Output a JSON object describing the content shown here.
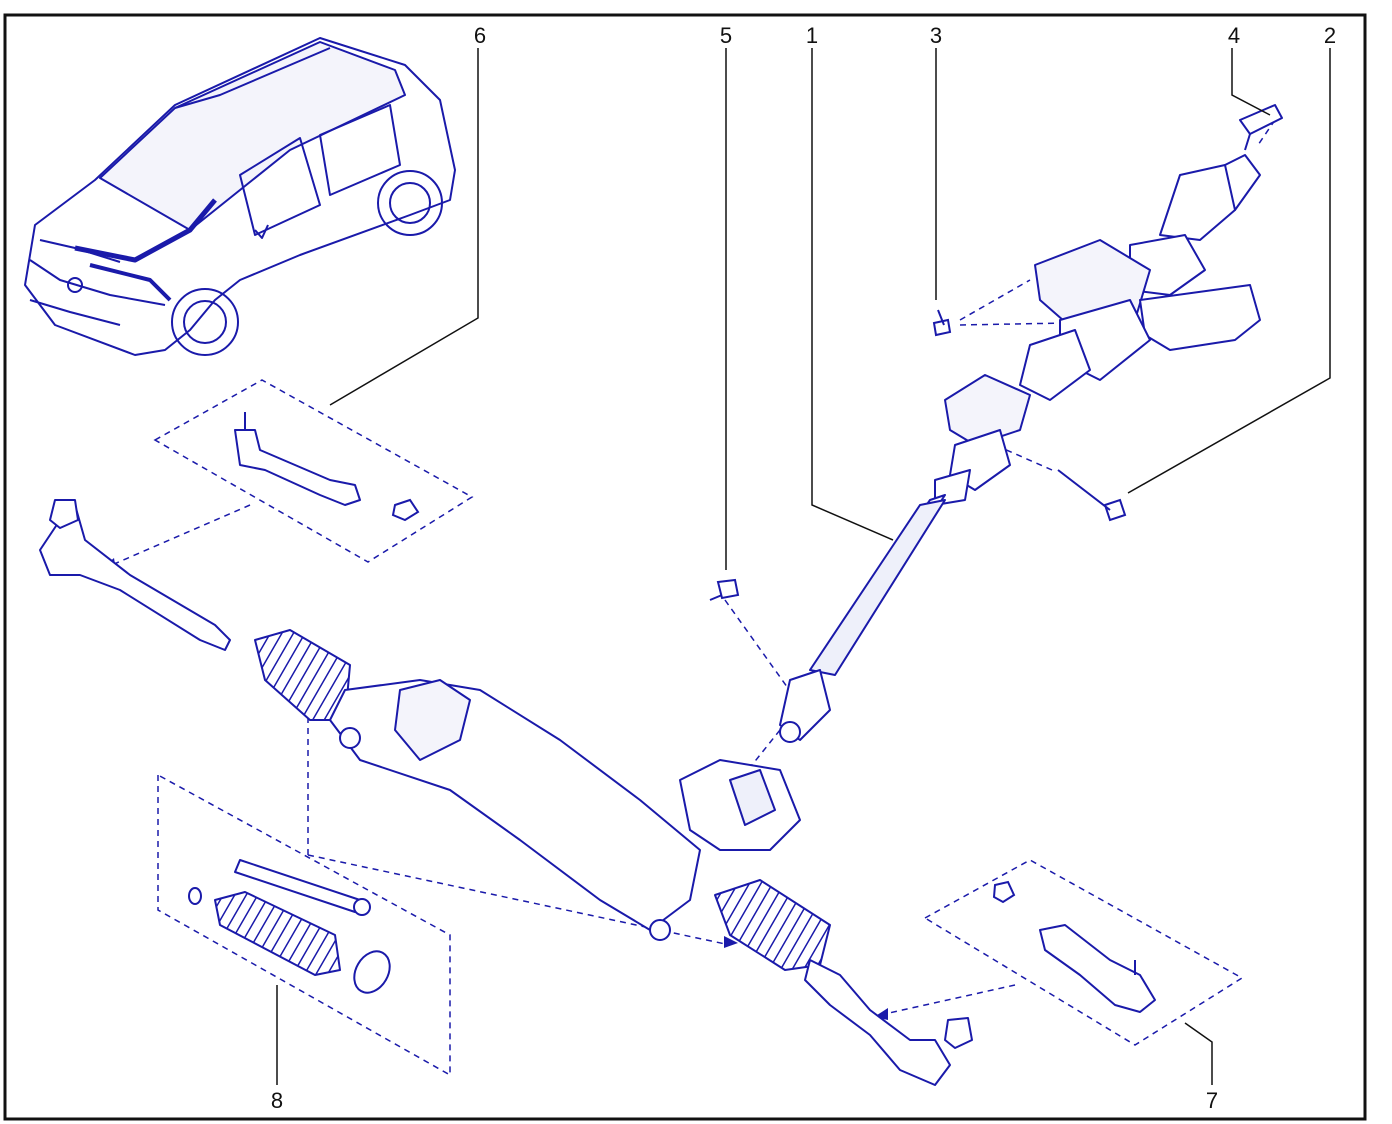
{
  "callouts": [
    {
      "id": "1",
      "label": "1"
    },
    {
      "id": "2",
      "label": "2"
    },
    {
      "id": "3",
      "label": "3"
    },
    {
      "id": "4",
      "label": "4"
    },
    {
      "id": "5",
      "label": "5"
    },
    {
      "id": "6",
      "label": "6"
    },
    {
      "id": "7",
      "label": "7"
    },
    {
      "id": "8",
      "label": "8"
    }
  ],
  "colors": {
    "line": "#1a1aaa",
    "frame": "#111111",
    "callout_text": "#111111",
    "fill_light": "#e6e6f7"
  }
}
